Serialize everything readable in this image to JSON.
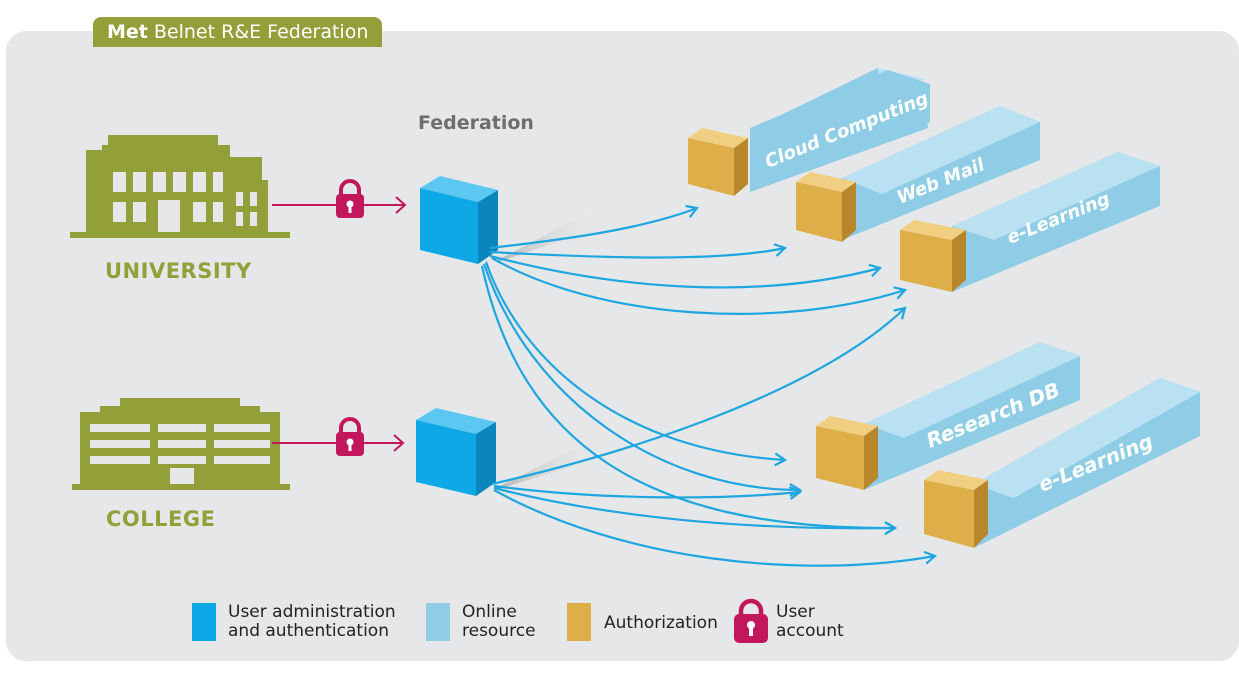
{
  "banner": {
    "logo": "Met",
    "title": "Belnet R&E Federation"
  },
  "federation_label": "Federation",
  "institutions": [
    {
      "label": "UNIVERSITY"
    },
    {
      "label": "COLLEGE"
    }
  ],
  "resources": [
    {
      "label": "Cloud  Computing"
    },
    {
      "label": "Web Mail"
    },
    {
      "label": "e-Learning"
    },
    {
      "label": "Research DB"
    },
    {
      "label": "e-Learning"
    }
  ],
  "legend": {
    "user_admin": "User administration and authentication",
    "online_resource": "Online resource",
    "authorization": "Authorization",
    "user_account": "User account"
  },
  "colors": {
    "olive": "#93a03a",
    "federation_box": "#0fa8e6",
    "online_resource": "#8fcde6",
    "authorization": "#deaf49",
    "lock": "#c2185b",
    "arrow": "#1ea6e0",
    "background": "#e6e7e8"
  }
}
